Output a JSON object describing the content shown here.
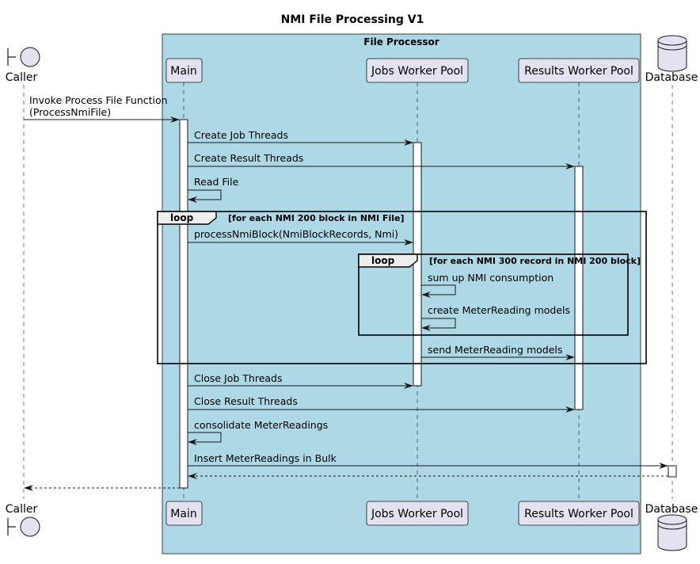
{
  "title": "NMI File Processing V1",
  "box_title": "File Processor",
  "colors": {
    "box_background": "#add8e6",
    "participant_fill": "#e2e2f0",
    "line": "#181818"
  },
  "participants": {
    "caller": {
      "label": "Caller",
      "shape": "boundary"
    },
    "main": {
      "label": "Main",
      "shape": "participant"
    },
    "jobs": {
      "label": "Jobs Worker Pool",
      "shape": "participant"
    },
    "results": {
      "label": "Results Worker Pool",
      "shape": "participant"
    },
    "database": {
      "label": "Database",
      "shape": "database"
    }
  },
  "messages": [
    {
      "from": "caller",
      "to": "main",
      "lines": [
        "Invoke Process File Function",
        "(ProcessNmiFile)"
      ]
    },
    {
      "from": "main",
      "to": "jobs",
      "lines": [
        "Create Job Threads"
      ]
    },
    {
      "from": "main",
      "to": "results",
      "lines": [
        "Create Result Threads"
      ]
    },
    {
      "from": "main",
      "to": "main",
      "lines": [
        "Read File"
      ]
    },
    {
      "from": "main",
      "to": "jobs",
      "lines": [
        "processNmiBlock(NmiBlockRecords, Nmi)"
      ]
    },
    {
      "from": "jobs",
      "to": "jobs",
      "lines": [
        "sum up NMI consumption"
      ]
    },
    {
      "from": "jobs",
      "to": "jobs",
      "lines": [
        "create MeterReading models"
      ]
    },
    {
      "from": "jobs",
      "to": "results",
      "lines": [
        "send MeterReading models"
      ]
    },
    {
      "from": "main",
      "to": "jobs",
      "lines": [
        "Close Job Threads"
      ]
    },
    {
      "from": "main",
      "to": "results",
      "lines": [
        "Close Result Threads"
      ]
    },
    {
      "from": "main",
      "to": "main",
      "lines": [
        "consolidate MeterReadings"
      ]
    },
    {
      "from": "main",
      "to": "database",
      "lines": [
        "Insert MeterReadings in Bulk"
      ]
    },
    {
      "from": "database",
      "to": "main",
      "lines": [],
      "return": true
    },
    {
      "from": "main",
      "to": "caller",
      "lines": [],
      "return": true
    }
  ],
  "fragments": [
    {
      "keyword": "loop",
      "condition": "[for each NMI 200 block in NMI File]"
    },
    {
      "keyword": "loop",
      "condition": "[for each NMI 300 record in NMI 200 block]"
    }
  ]
}
